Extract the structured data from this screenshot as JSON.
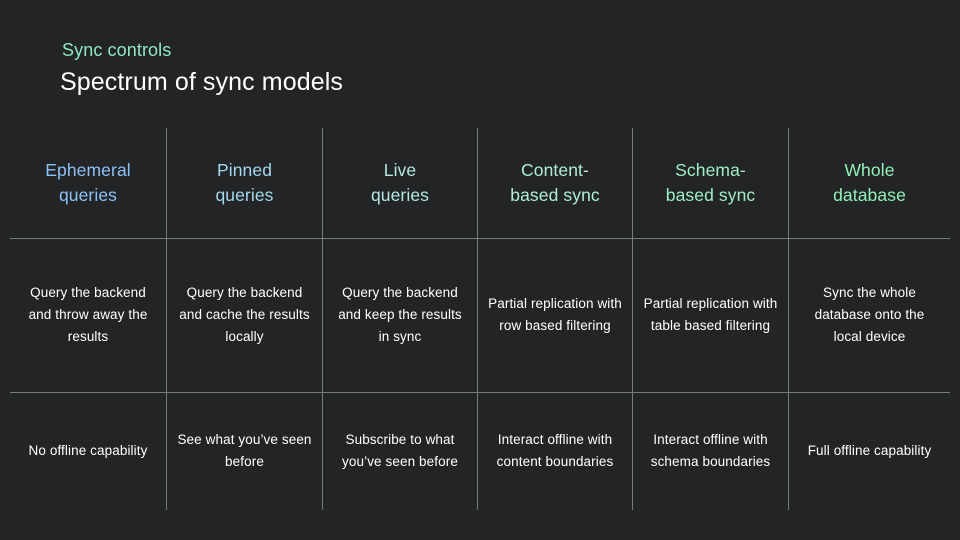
{
  "slide": {
    "background_color": "#222426",
    "eyebrow": "Sync controls",
    "eyebrow_color": "#8FE8C0",
    "title": "Spectrum of sync models",
    "title_color": "#FFFFFF",
    "grid_line_color": "#6d7f78"
  },
  "table": {
    "columns": [
      {
        "header": "Ephemeral\nqueries",
        "header_line1": "Ephemeral",
        "header_line2": "queries",
        "header_color": "#8DC2F5",
        "description": "Query the backend and throw away the results",
        "offline": "No offline capability"
      },
      {
        "header": "Pinned\nqueries",
        "header_line1": "Pinned",
        "header_line2": "queries",
        "header_color": "#A4D8EE",
        "description": "Query the backend and cache the results locally",
        "offline": "See what you’ve seen before"
      },
      {
        "header": "Live\nqueries",
        "header_line1": "Live",
        "header_line2": "queries",
        "header_color": "#B4E6E2",
        "description": "Query the backend and keep the results in sync",
        "offline": "Subscribe to what you’ve seen before"
      },
      {
        "header": "Content-\nbased sync",
        "header_line1": "Content-",
        "header_line2": "based sync",
        "header_color": "#AFEFD2",
        "description": "Partial replication with row based filtering",
        "offline": "Interact offline with content boundaries"
      },
      {
        "header": "Schema-\nbased sync",
        "header_line1": "Schema-",
        "header_line2": "based sync",
        "header_color": "#9EEFC2",
        "description": "Partial replication with table based filtering",
        "offline": "Interact offline with schema boundaries"
      },
      {
        "header": "Whole\ndatabase",
        "header_line1": "Whole",
        "header_line2": "database",
        "header_color": "#92F0B8",
        "description": "Sync the whole database onto the local device",
        "offline": "Full offline capability"
      }
    ]
  }
}
